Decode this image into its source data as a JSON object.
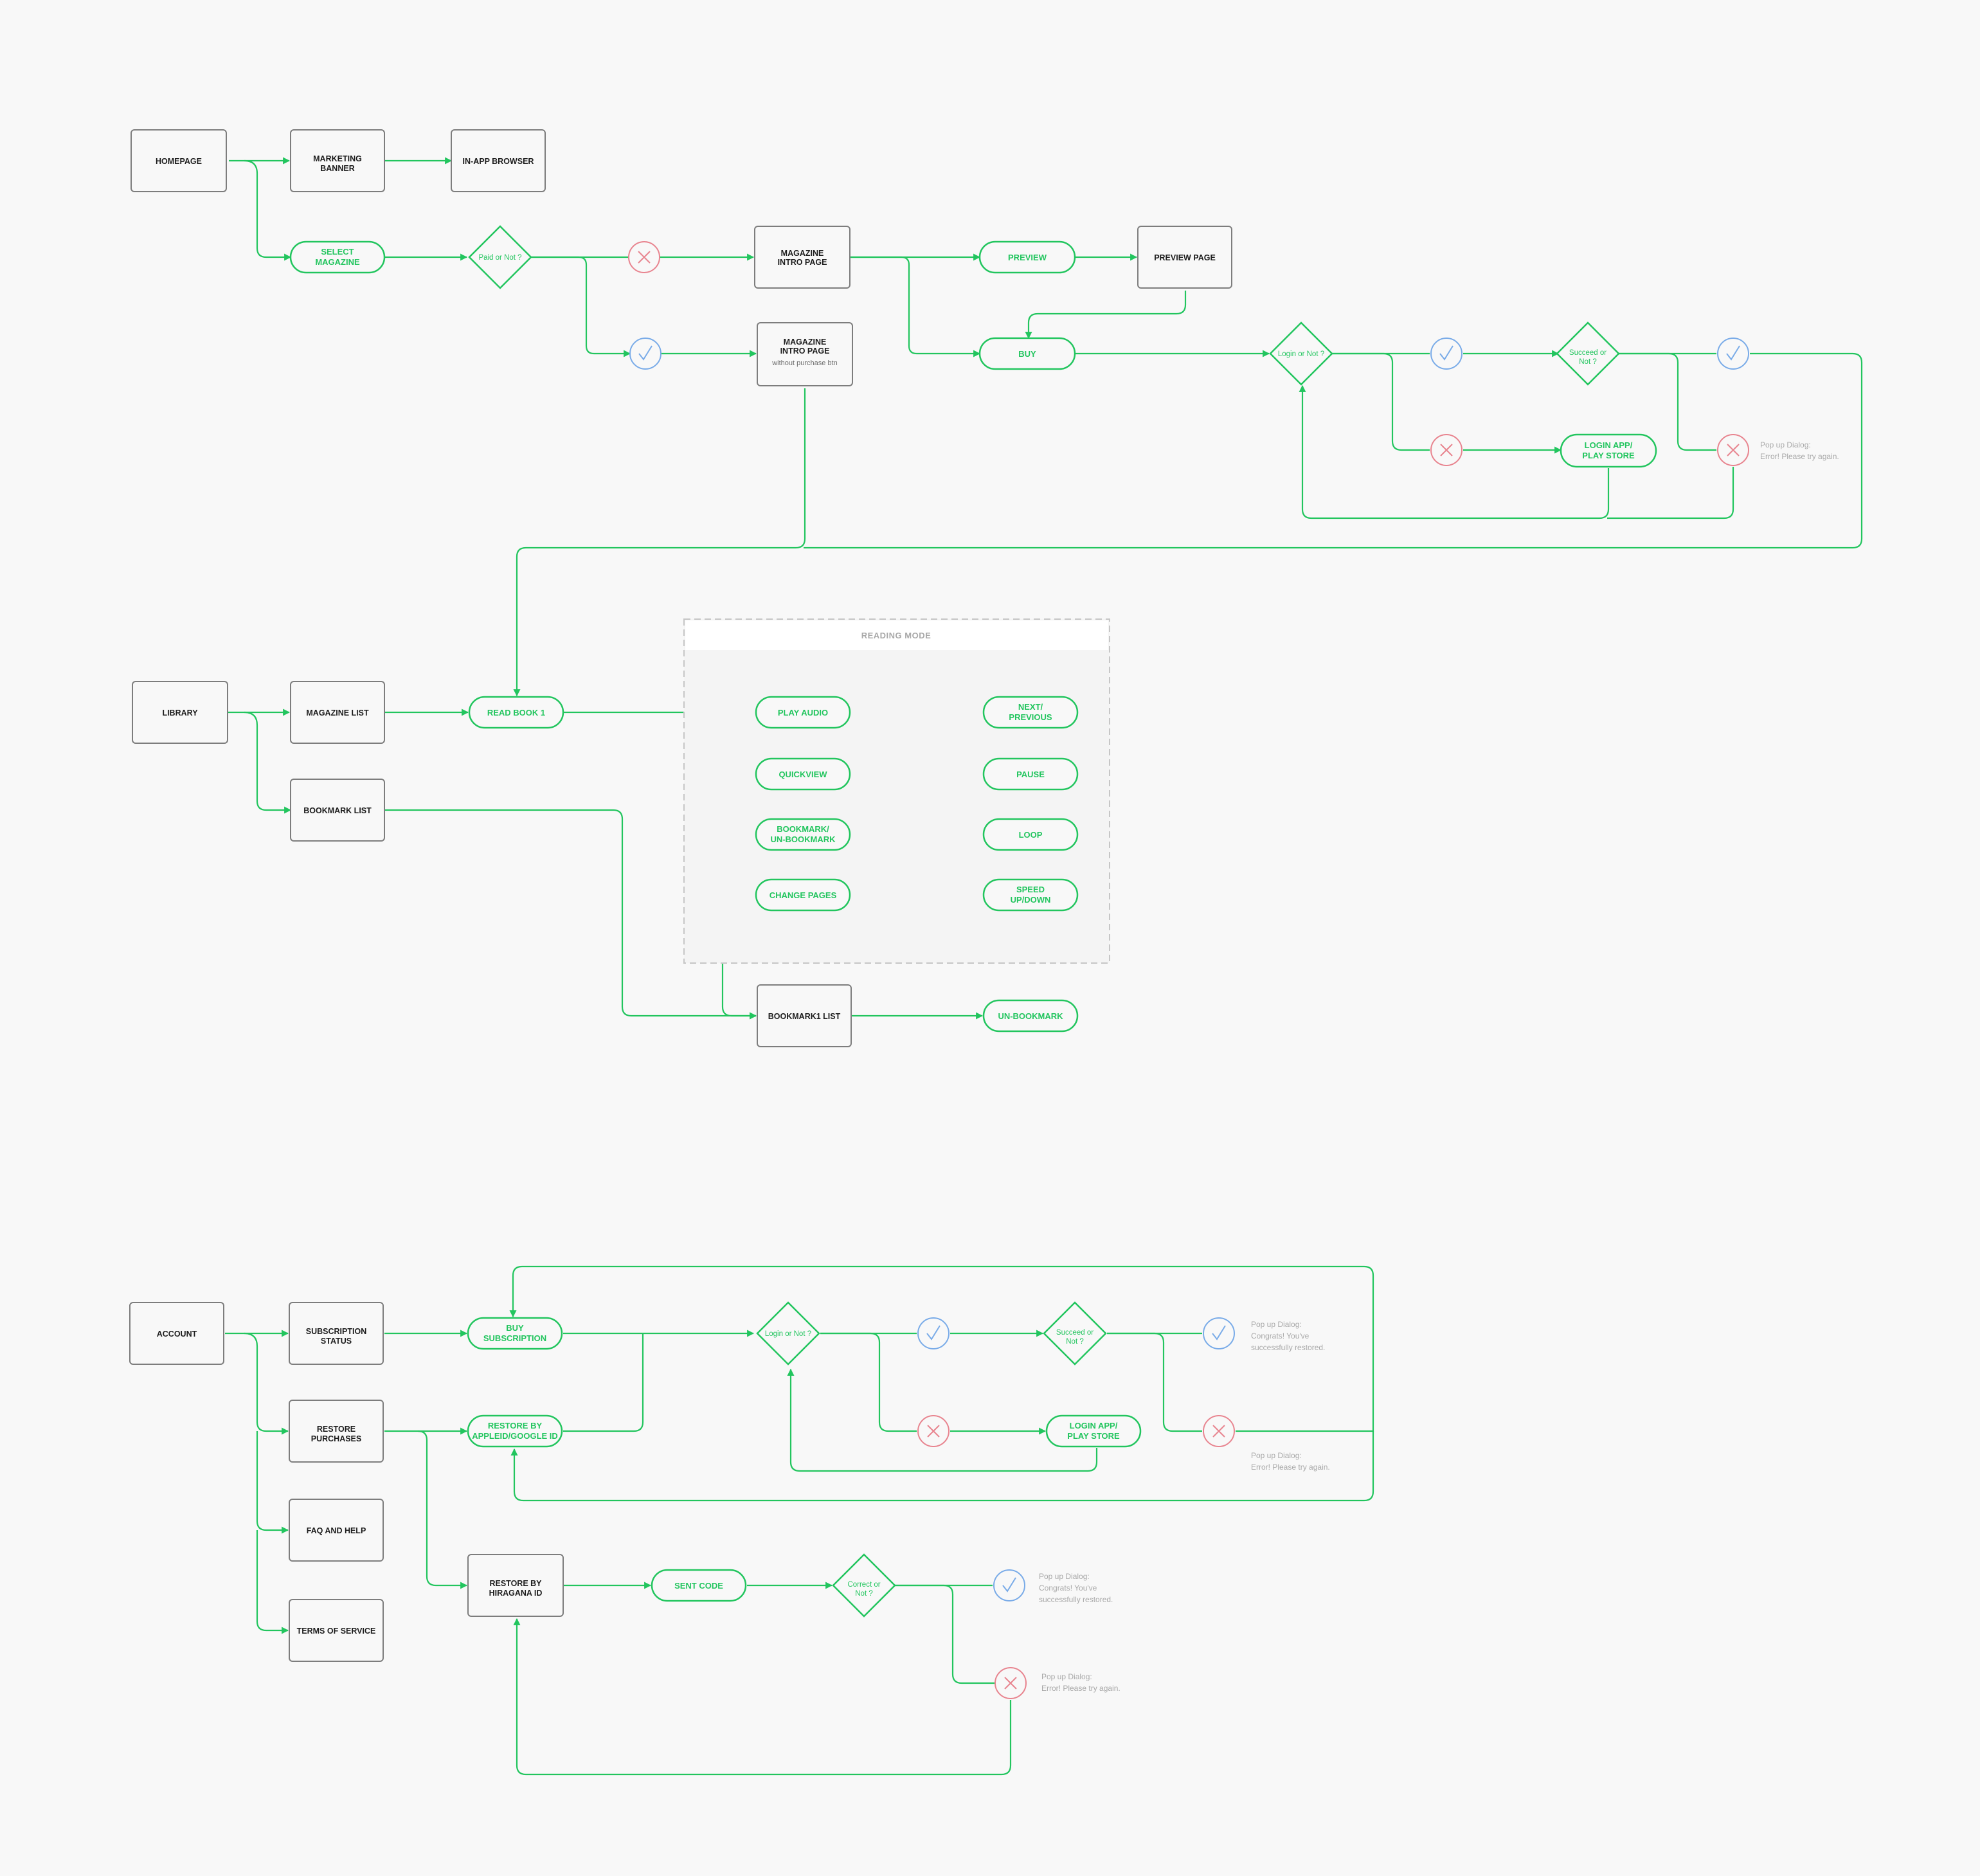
{
  "flow": {
    "homepage": "HOMEPAGE",
    "marketing_banner": [
      "MARKETING",
      "BANNER"
    ],
    "in_app_browser": "IN-APP BROWSER",
    "select_magazine": [
      "SELECT",
      "MAGAZINE"
    ],
    "paid_or_not": "Paid or Not ?",
    "magazine_intro_page": [
      "MAGAZINE",
      "INTRO PAGE"
    ],
    "magazine_intro_page_2": [
      "MAGAZINE",
      "INTRO PAGE"
    ],
    "without_purchase_btn": "without purchase btn",
    "preview": "PREVIEW",
    "preview_page": "PREVIEW PAGE",
    "buy": "BUY",
    "login_or_not": "Login or Not ?",
    "succeed_or_not": [
      "Succeed or",
      "Not ?"
    ],
    "login_app_play_store": [
      "LOGIN APP/",
      "PLAY STORE"
    ],
    "popup_error": [
      "Pop up Dialog:",
      "Error! Please try again."
    ]
  },
  "library_flow": {
    "library": "LIBRARY",
    "magazine_list": "MAGAZINE LIST",
    "bookmark_list": "BOOKMARK LIST",
    "read_book": "READ BOOK 1",
    "reading_mode": "READING MODE",
    "play_audio": "PLAY AUDIO",
    "quickview": "QUICKVIEW",
    "bookmark_unbookmark": [
      "BOOKMARK/",
      "UN-BOOKMARK"
    ],
    "change_pages": "CHANGE PAGES",
    "next_previous": [
      "NEXT/",
      "PREVIOUS"
    ],
    "pause": "PAUSE",
    "loop": "LOOP",
    "speed": [
      "SPEED",
      "UP/DOWN"
    ],
    "bookmark1_list": "BOOKMARK1 LIST",
    "un_bookmark": "UN-BOOKMARK"
  },
  "account_flow": {
    "account": "ACCOUNT",
    "subscription_status": [
      "SUBSCRIPTION",
      "STATUS"
    ],
    "restore_purchases": [
      "RESTORE",
      "PURCHASES"
    ],
    "faq_help": "FAQ AND HELP",
    "terms": "TERMS OF SERVICE",
    "buy_subscription": [
      "BUY",
      "SUBSCRIPTION"
    ],
    "restore_by_appleid": [
      "RESTORE BY",
      "APPLEID/GOOGLE ID"
    ],
    "login_or_not": "Login or Not ?",
    "succeed_or_not": [
      "Succeed or",
      "Not ?"
    ],
    "login_app_play_store": [
      "LOGIN APP/",
      "PLAY STORE"
    ],
    "popup_success": [
      "Pop up Dialog:",
      "Congrats! You've",
      "successfully restored."
    ],
    "popup_error": [
      "Pop up Dialog:",
      "Error! Please try again."
    ],
    "restore_by_hiragana": [
      "RESTORE BY",
      "HIRAGANA ID"
    ],
    "sent_code": "SENT CODE",
    "correct_or_not": [
      "Correct or",
      "Not ?"
    ],
    "popup_success_2": [
      "Pop up Dialog:",
      "Congrats! You've",
      "successfully restored."
    ],
    "popup_error_2": [
      "Pop up Dialog:",
      "Error! Please try again."
    ]
  },
  "colors": {
    "accent": "#22c55e",
    "box_border": "#7d7d7d",
    "check": "#79abe8",
    "cross": "#e8848f",
    "muted": "#a8a8a8",
    "background": "#f8f8f8"
  },
  "icons": [
    "check-icon",
    "cross-icon",
    "arrow-icon"
  ]
}
